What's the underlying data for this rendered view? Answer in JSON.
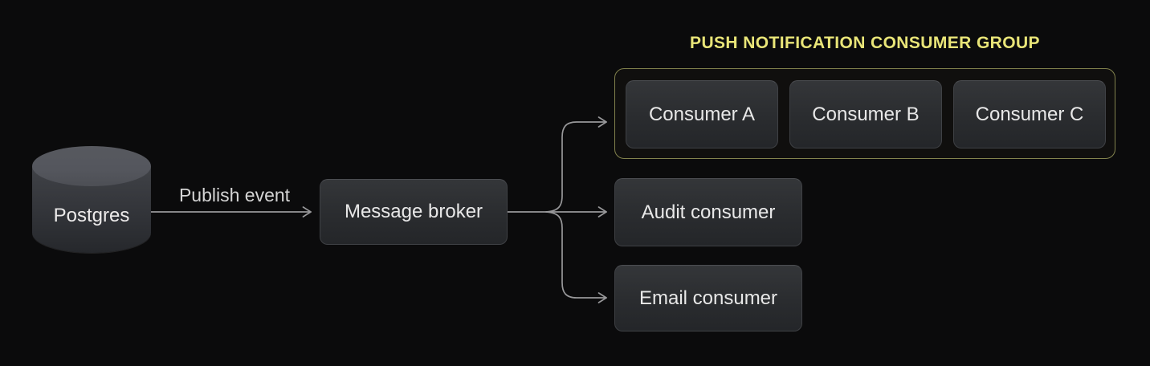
{
  "diagram": {
    "database": {
      "label": "Postgres",
      "shape": "cylinder"
    },
    "publish_arrow": {
      "label": "Publish event"
    },
    "broker": {
      "label": "Message broker"
    },
    "consumer_group": {
      "title": "PUSH NOTIFICATION CONSUMER GROUP",
      "consumers": [
        {
          "label": "Consumer A"
        },
        {
          "label": "Consumer B"
        },
        {
          "label": "Consumer C"
        }
      ]
    },
    "audit_consumer": {
      "label": "Audit consumer"
    },
    "email_consumer": {
      "label": "Email consumer"
    }
  },
  "colors": {
    "background": "#0b0b0c",
    "node_bg_top": "#343639",
    "node_bg_bottom": "#242629",
    "node_border": "#3f4145",
    "node_text": "#e8e8e8",
    "arrow": "#98989a",
    "label_text": "#d4d4d4",
    "group_border": "#82824d",
    "group_title": "#e9e578",
    "cyl_top": "#54565d",
    "cyl_body_top": "#404247",
    "cyl_body_bottom": "#26282c"
  }
}
